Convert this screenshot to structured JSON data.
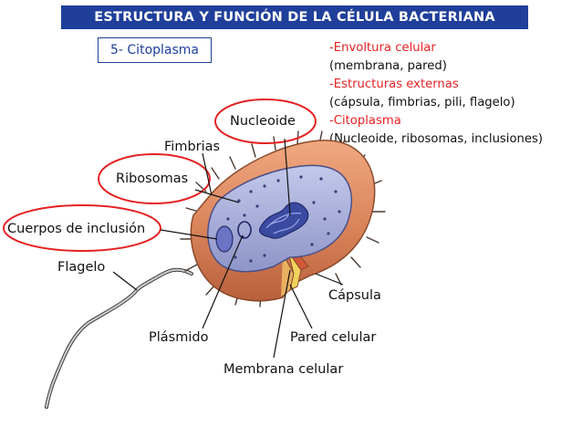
{
  "title": "ESTRUCTURA Y FUNCIÓN DE LA CÉLULA BACTERIANA",
  "section": "5- Citoplasma",
  "legend": [
    {
      "heading": "-Envoltura celular",
      "detail": "(membrana, pared)"
    },
    {
      "heading": "-Estructuras externas",
      "detail": "(cápsula, fimbrias, pili, flagelo)"
    },
    {
      "heading": "-Citoplasma",
      "detail": "(Nucleoide, ribosomas, inclusiones)"
    }
  ],
  "labels": {
    "nucleoide": "Nucleoide",
    "fimbrias": "Fimbrias",
    "ribosomas": "Ribosomas",
    "cuerpos_inclusion": "Cuerpos de inclusión",
    "flagelo": "Flagelo",
    "capsula": "Cápsula",
    "plasmido": "Plásmido",
    "pared_celular": "Pared celular",
    "membrana_celular": "Membrana celular"
  },
  "colors": {
    "title_bg": "#1f3f9a",
    "highlight_red": "#e52222",
    "capsule": "#d9835a",
    "cytoplasm": "#a9afd8",
    "nucleoid": "#3a4aa0"
  }
}
